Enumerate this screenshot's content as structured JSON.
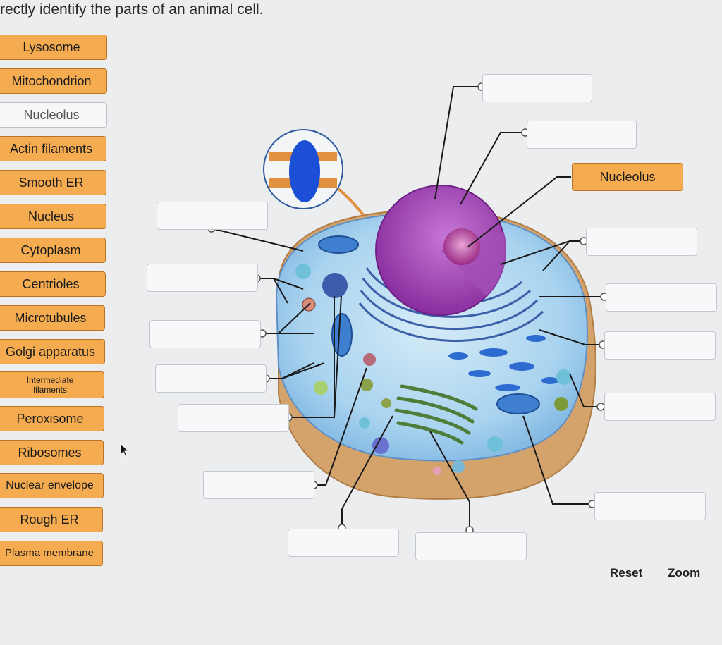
{
  "instructions": "rectly identify the parts of an animal cell.",
  "labels": [
    {
      "text": "Lysosome"
    },
    {
      "text": "Mitochondrion"
    },
    {
      "text": "Nucleolus"
    },
    {
      "text": "Actin filaments"
    },
    {
      "text": "Smooth ER"
    },
    {
      "text": "Nucleus"
    },
    {
      "text": "Cytoplasm"
    },
    {
      "text": "Centrioles"
    },
    {
      "text": "Microtubules"
    },
    {
      "text": "Golgi apparatus"
    },
    {
      "text": "Intermediate\nfilaments"
    },
    {
      "text": "Peroxisome"
    },
    {
      "text": "Ribosomes"
    },
    {
      "text": "Nuclear envelope"
    },
    {
      "text": "Rough ER"
    },
    {
      "text": "Plasma membrane"
    }
  ],
  "drop_boxes": [
    {
      "value": ""
    },
    {
      "value": ""
    },
    {
      "value": "Nucleolus"
    },
    {
      "value": ""
    },
    {
      "value": ""
    },
    {
      "value": ""
    },
    {
      "value": ""
    },
    {
      "value": ""
    },
    {
      "value": ""
    },
    {
      "value": ""
    },
    {
      "value": ""
    },
    {
      "value": ""
    },
    {
      "value": ""
    },
    {
      "value": ""
    },
    {
      "value": ""
    }
  ],
  "footer": {
    "reset": "Reset",
    "zoom": "Zoom"
  },
  "colors": {
    "tile": "#f5ab4f",
    "tile_border": "#b87424",
    "empty_box": "#f8f8fa",
    "leader": "#1a1a1a"
  }
}
